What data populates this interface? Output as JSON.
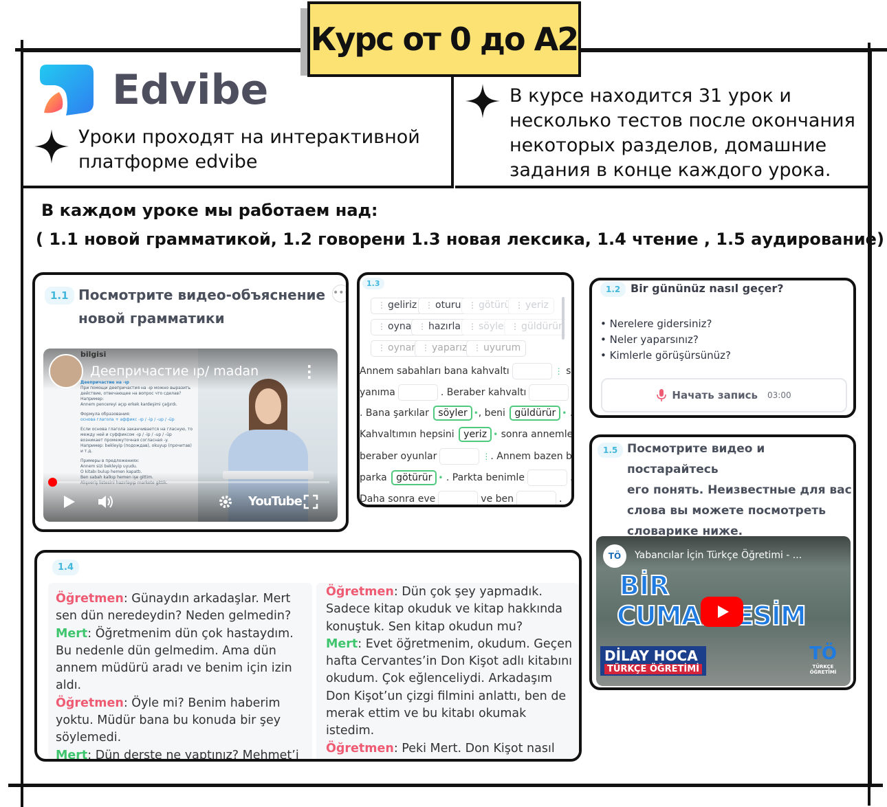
{
  "header": {
    "badge_title": "Курс от 0 до A2",
    "logo_text": "Edvibe",
    "left_text": "Уроки проходят на интерактивной платформе edvibe",
    "right_text": "В курсе находится 31 урок и несколько тестов после окончания некоторых разделов, домашние задания в конце каждого урока."
  },
  "section": {
    "title": "В каждом уроке мы работаем над:",
    "subtitle": "( 1.1 новой грамматикой, 1.2 говорени 1.3 новая лексика, 1.4 чтение , 1.5 аудирование)"
  },
  "card11": {
    "num": "1.1",
    "title_line1": "Посмотрите видео-объяснение",
    "title_line2": "новой грамматики",
    "video_channel": "bilgisi",
    "video_title": "Деепричастие ıp/ madan",
    "youtube_label": "YouTube"
  },
  "card13": {
    "num": "1.3",
    "chips_row1": [
      "geliriz",
      "oturur",
      "götürür",
      "yeriz"
    ],
    "chips_row2": [
      "oynar",
      "hazırlar",
      "söyler",
      "güldürür"
    ],
    "chips_row3": [
      "oynarız",
      "yaparız",
      "uyurum"
    ],
    "lines": [
      {
        "a": "Annem sabahları bana kahvaltı",
        "b": "sonra"
      },
      {
        "a": "yanıma",
        "b": ". Beraber kahvaltı"
      },
      {
        "a": ". Bana şarkılar",
        "ans1": "söyler",
        "b": ", beni",
        "ans2": "güldürür",
        "c": "."
      },
      {
        "a": "Kahvaltımın hepsini",
        "ans1": "yeriz",
        "b": "sonra annemle"
      },
      {
        "a": "beraber oyunlar",
        "b": ". Annem bazen beni"
      },
      {
        "a": "parka",
        "ans1": "götürür",
        "b": ". Parkta benimle",
        "c": "."
      },
      {
        "a": "Daha sonra eve",
        "b": "ve ben",
        "c": "."
      }
    ]
  },
  "card12": {
    "num": "1.2",
    "title": "Bir gününüz nasıl geçer?",
    "questions": [
      "• Nerelere gidersiniz?",
      "• Neler yaparsınız?",
      "• Kimlerle görüşürsünüz?"
    ],
    "record_label": "Начать запись",
    "record_time": "03:00"
  },
  "card15": {
    "num": "1.5",
    "title_lines": [
      "Посмотрите видео и постарайтесь",
      "его понять. Неизвестные для вас",
      "слова вы можете посмотреть",
      "словарике ниже."
    ],
    "video_title": "Yabancılar İçin Türkçe Öğretimi - ...",
    "video_big1": "BİR",
    "video_big2": "CUMARTESİM",
    "video_caption1": "DİLAY HOCA",
    "video_caption2": "TÜRKÇE ÖĞRETİMİ",
    "logo_small": "TÖ",
    "logo_caption": "TÜRKÇE ÖĞRETİMİ"
  },
  "card14": {
    "num": "1.4",
    "col1": [
      {
        "speaker": "Öğretmen",
        "role": "t",
        "text": ": Günaydın arkadaşlar. Mert sen dün neredeydin? Neden gelmedin?"
      },
      {
        "speaker": "Mert",
        "role": "m",
        "text": ": Öğretmenim dün çok hastaydım. Bu nedenle dün gelmedim. Ama dün annem müdürü aradı ve benim için izin aldı."
      },
      {
        "speaker": "Öğretmen",
        "role": "t",
        "text": ": Öyle mi? Benim haberim yoktu. Müdür bana bu konuda bir şey söylemedi."
      },
      {
        "speaker": "Mert",
        "role": "m",
        "text": ": Dün derste ne yaptınız? Mehmet’i aradım ama telefonu kapalıydı. Bu yüzden ders konularını bilmiyorum."
      }
    ],
    "col2": [
      {
        "speaker": "Öğretmen",
        "role": "t",
        "text": ": Dün çok şey yapmadık. Sadece kitap okuduk ve kitap hakkında konuştuk. Sen kitap okudun mu?"
      },
      {
        "speaker": "Mert",
        "role": "m",
        "text": ": Evet öğretmenim, okudum. Geçen hafta Cervantes’in Don Kişot adlı kitabını okudum. Çok eğlenceliydi. Arkadaşım Don Kişot’un çizgi filmini anlattı, ben de merak ettim ve bu kitabı okumak istedim."
      },
      {
        "speaker": "Öğretmen",
        "role": "t",
        "text": ": Peki Mert. Don Kişot nasıl biriydi?"
      }
    ]
  },
  "colors": {
    "badge": "#fce173",
    "accent_blue": "#43b7dc",
    "teacher": "#ef5b73",
    "student": "#3fc56e",
    "youtube_red": "#ff0000"
  }
}
